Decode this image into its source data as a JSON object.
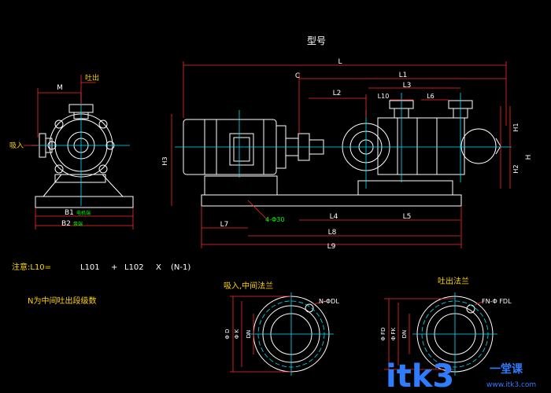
{
  "title": "型号",
  "colors": {
    "background": "#000000",
    "drawing": "#ffffff",
    "dimension": "#ff2a2a",
    "centerline": "#00e5ff",
    "note": "#ffd400",
    "label_green": "#00ff00",
    "watermark": "#2f7cff"
  },
  "side_view": {
    "label_outlet": "吐出",
    "label_inlet": "吸入",
    "dim_m": "M",
    "dim_b1": "B1",
    "dim_b2": "B2",
    "note_b1": "电机端",
    "note_b2": "泵端"
  },
  "front_view": {
    "dim_c": "C",
    "dim_l": "L",
    "dim_l1": "L1",
    "dim_l2": "L2",
    "dim_l3": "L3",
    "dim_l10": "L10",
    "dim_l6": "L6",
    "dim_h1": "H1",
    "dim_h2": "H2",
    "dim_h": "H",
    "dim_h3": "H3",
    "dim_l4": "L4",
    "dim_l5": "L5",
    "dim_l7": "L7",
    "dim_l8": "L8",
    "dim_l9": "L9",
    "dim_holes": "4-Φ30"
  },
  "formula": {
    "label": "注意:L10=",
    "term1": "L101",
    "plus": "+",
    "term2": "L102",
    "times": "X",
    "factor": "(N-1)"
  },
  "note_n": "N为中间吐出段级数",
  "inlet_flange": {
    "title": "吸入,中间法兰",
    "holes": "N-ΦDL",
    "dim_d": "Φ D",
    "dim_k": "Φ K",
    "dim_dn": "DN"
  },
  "outlet_flange": {
    "title": "吐出法兰",
    "holes": "FN-Φ FDL",
    "dim_fd": "Φ FD",
    "dim_fk": "Φ FK",
    "dim_dn": "DN"
  },
  "watermark": {
    "text": "itk3",
    "sub": "一堂课",
    "url": "www.itk3.com"
  }
}
